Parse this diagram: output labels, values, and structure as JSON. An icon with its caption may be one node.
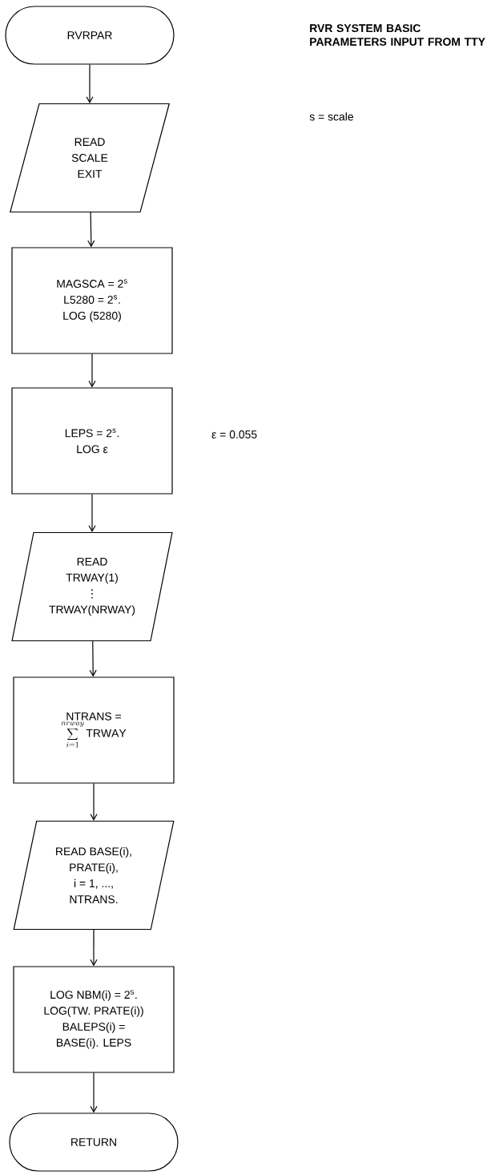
{
  "diagram": {
    "nodes": [
      {
        "text": [
          "RVRPAR"
        ]
      },
      {
        "text": [
          "READ",
          "SCALE",
          "EXIT"
        ]
      },
      {
        "text": [
          "MAGSCA = 2$^{s}$",
          "L5280 = 2$^{s}$.",
          "LOG (5280)"
        ]
      },
      {
        "text": [
          "LEPS = 2$^{s}$.",
          "LOG ε"
        ],
        "beside": [
          "ε = 0.055"
        ]
      },
      {
        "text": [
          "READ",
          "TRWAY(1)",
          "⋮",
          "TRWAY(NRWAY)"
        ]
      },
      {
        "text": [
          "NTRANS =",
          "\\sum_{i=1}^{nrway} \\mathrm{TRWAY}"
        ]
      },
      {
        "text": [
          "READ BASE(i),",
          "PRATE(i),",
          "i = 1, ...,",
          "NTRANS."
        ]
      },
      {
        "text": [
          "LOG NBM(i) = 2$^{s}$.",
          "LOG(TW. PRATE(i))",
          "BALEPS(i) =",
          "BASE(i). LEPS"
        ]
      },
      {
        "text": [
          "RETURN"
        ]
      }
    ],
    "edges": [
      {
        "from": 0,
        "to": 1,
        "arrow": "to"
      },
      {
        "from": 1,
        "to": 2,
        "arrow": "to"
      },
      {
        "from": 2,
        "to": 3,
        "arrow": "to"
      },
      {
        "from": 3,
        "to": 4,
        "arrow": "to"
      },
      {
        "from": 4,
        "to": 5,
        "arrow": "to"
      },
      {
        "from": 5,
        "to": 6,
        "arrow": "to"
      },
      {
        "from": 6,
        "to": 7,
        "arrow": "to"
      },
      {
        "from": 7,
        "to": 8,
        "arrow": "to"
      }
    ],
    "labels": [
      "RVR SYSTEM BASIC PARAMETERS INPUT FROM TTY",
      "s = scale"
    ]
  }
}
